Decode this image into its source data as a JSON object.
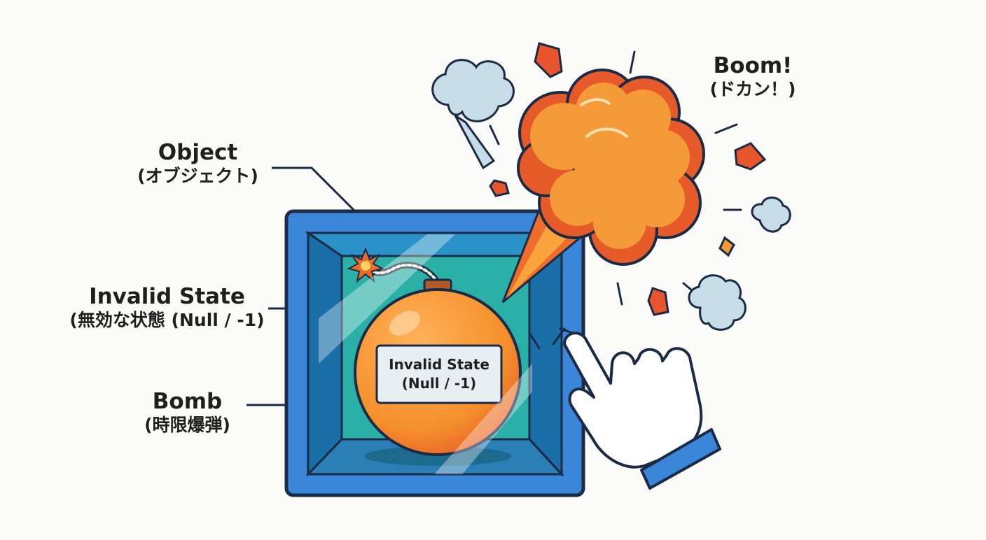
{
  "labels": {
    "object": {
      "title": "Object",
      "subtitle": "(オブジェクト)"
    },
    "invalid_state": {
      "title": "Invalid State",
      "subtitle": "(無効な状態 (Null / -1)"
    },
    "bomb": {
      "title": "Bomb",
      "subtitle": "(時限爆弾)"
    },
    "boom": {
      "title": "Boom!",
      "subtitle": "(ドカン！)"
    }
  },
  "bomb_label": {
    "line1": "Invalid State",
    "line2": "(Null / -1)"
  },
  "colors": {
    "box_frame": "#3a86d8",
    "box_inner": "#1f8ec0",
    "box_floor": "#21a6a0",
    "bomb": "#f5902c",
    "bomb_shadow": "#e8602a",
    "explosion": "#f59a38",
    "explosion_edge": "#e75b2a",
    "smoke": "#c6dde8",
    "outline": "#1b2a45",
    "cuff": "#3a86d8"
  },
  "icons": [
    "bomb-icon",
    "explosion-icon",
    "pointing-hand-icon",
    "smoke-icon",
    "spark-icon"
  ]
}
